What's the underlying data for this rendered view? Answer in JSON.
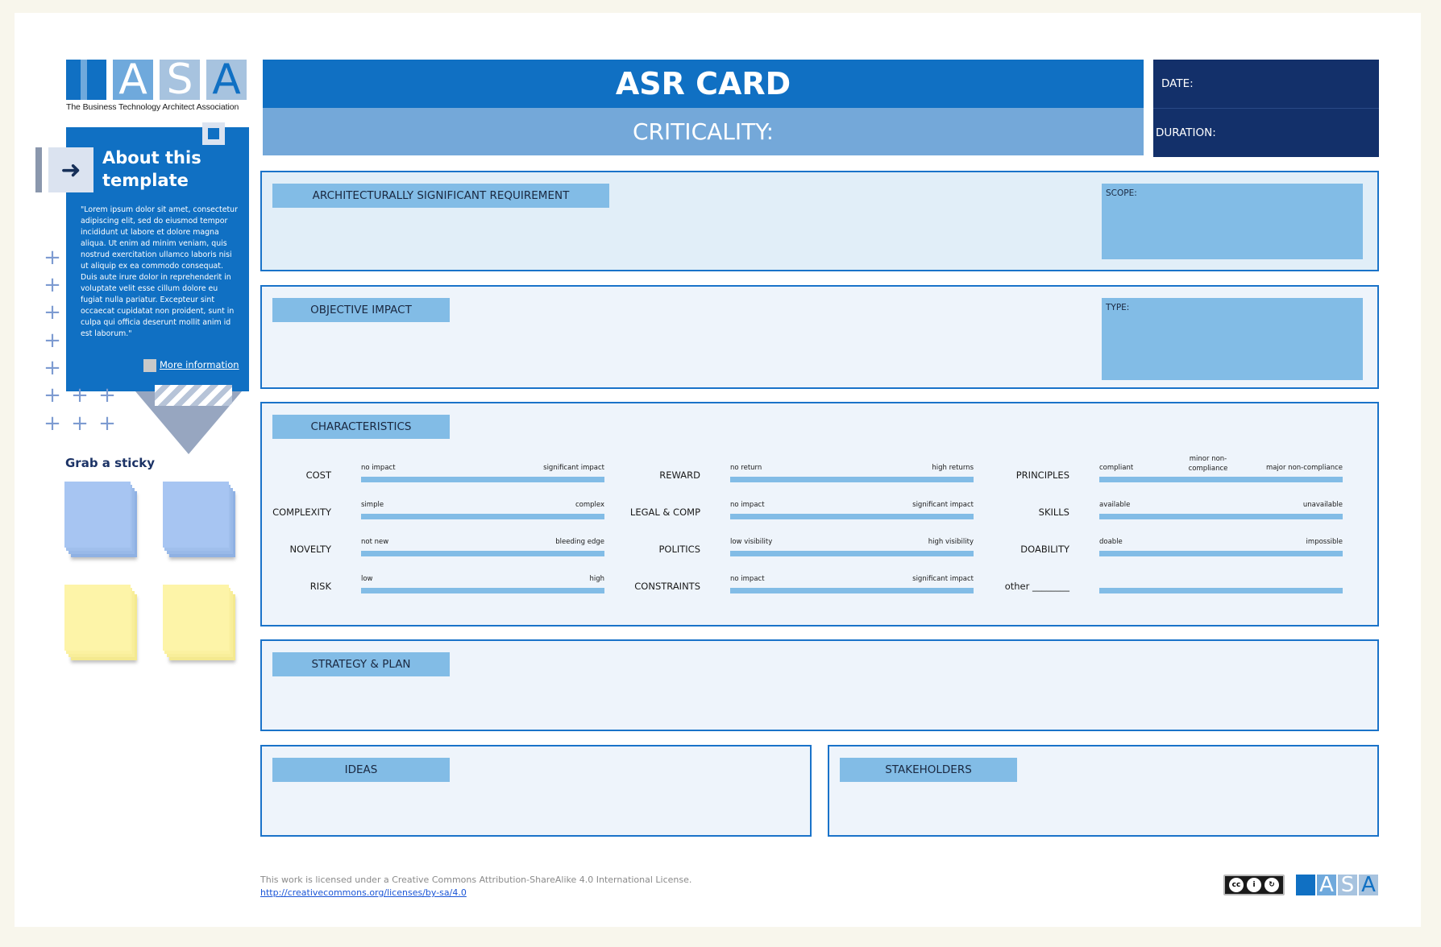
{
  "logo": {
    "letters": [
      "I",
      "A",
      "S",
      "A"
    ],
    "subtitle": "The Business Technology Architect Association"
  },
  "about": {
    "title": "About this template",
    "body": "\"Lorem ipsum dolor sit amet, consectetur adipiscing elit, sed do eiusmod tempor incididunt ut labore et dolore magna aliqua. Ut enim ad minim veniam, quis nostrud exercitation ullamco laboris nisi ut aliquip ex ea commodo consequat. Duis aute irure dolor in reprehenderit in voluptate velit esse cillum dolore eu fugiat nulla pariatur. Excepteur sint occaecat cupidatat non proident, sunt in culpa qui officia deserunt mollit anim id est laborum.\"",
    "more_link": "More information",
    "arrow_icon": "arrow-right-icon"
  },
  "stickies": {
    "title": "Grab a sticky",
    "colors": [
      "#a7c5f2",
      "#a7c5f2",
      "#fdf4a8",
      "#fdf4a8"
    ]
  },
  "header": {
    "title": "ASR CARD",
    "criticality": "CRITICALITY:",
    "date_label": "DATE:",
    "duration_label": "DURATION:"
  },
  "sections": {
    "asr": "ARCHITECTURALLY SIGNIFICANT REQUIREMENT",
    "scope": "SCOPE:",
    "objective": "OBJECTIVE IMPACT",
    "type": "TYPE:",
    "characteristics": "CHARACTERISTICS",
    "strategy": "STRATEGY & PLAN",
    "ideas": "IDEAS",
    "stakeholders": "STAKEHOLDERS"
  },
  "characteristics": {
    "col1": [
      {
        "label": "COST",
        "min": "no impact",
        "max": "significant impact"
      },
      {
        "label": "COMPLEXITY",
        "min": "simple",
        "max": "complex"
      },
      {
        "label": "NOVELTY",
        "min": "not new",
        "max": "bleeding edge"
      },
      {
        "label": "RISK",
        "min": "low",
        "max": "high"
      }
    ],
    "col2": [
      {
        "label": "REWARD",
        "min": "no return",
        "max": "high returns"
      },
      {
        "label": "LEGAL & COMP",
        "min": "no impact",
        "max": "significant impact"
      },
      {
        "label": "POLITICS",
        "min": "low visibility",
        "max": "high visibility"
      },
      {
        "label": "CONSTRAINTS",
        "min": "no impact",
        "max": "significant impact"
      }
    ],
    "col3": [
      {
        "label": "PRINCIPLES",
        "min": "compliant",
        "mid": "minor  non-compliance",
        "max": "major non-compliance"
      },
      {
        "label": "SKILLS",
        "min": "available",
        "max": "unavailable"
      },
      {
        "label": "DOABILITY",
        "min": "doable",
        "max": "impossible"
      },
      {
        "label": "other ________",
        "min": "",
        "max": ""
      }
    ]
  },
  "footer": {
    "license": "This work is licensed under a Creative Commons Attribution-ShareAlike 4.0 International License.",
    "license_url": "http://creativecommons.org/licenses/by-sa/4.0",
    "cc_badge_text": "BY SA"
  },
  "colors": {
    "primary": "#1070c3",
    "light": "#74a8d9",
    "navy": "#13306a",
    "tag": "#82bce6"
  }
}
